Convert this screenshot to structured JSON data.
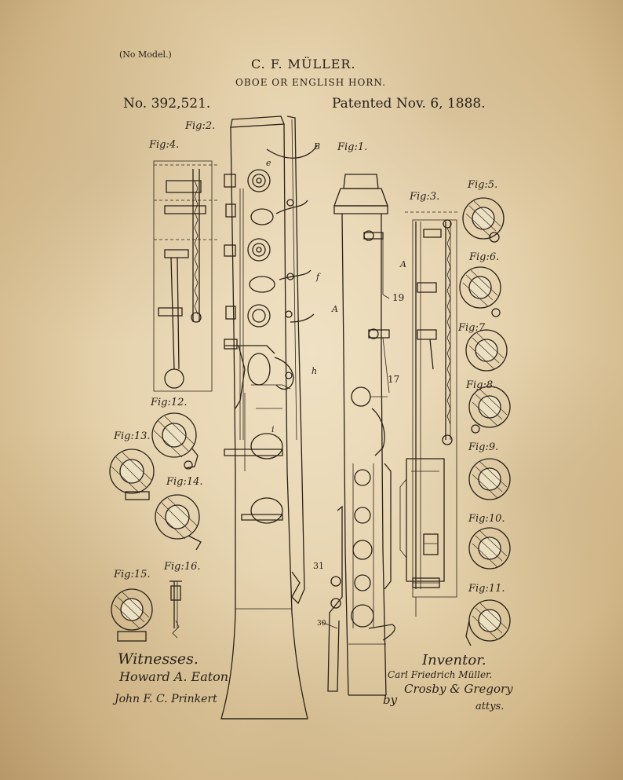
{
  "header": {
    "no_model": "(No Model.)",
    "inventor_name": "C. F. MÜLLER.",
    "title": "OBOE OR ENGLISH HORN.",
    "patent_number": "No. 392,521.",
    "patent_date": "Patented Nov. 6, 1888."
  },
  "figures": {
    "fig1": "Fig:1.",
    "fig2": "Fig:2.",
    "fig3": "Fig:3.",
    "fig4": "Fig:4.",
    "fig5": "Fig:5.",
    "fig6": "Fig:6.",
    "fig7": "Fig:7.",
    "fig8": "Fig:8.",
    "fig9": "Fig:9.",
    "fig10": "Fig:10.",
    "fig11": "Fig:11.",
    "fig12": "Fig:12.",
    "fig13": "Fig:13.",
    "fig14": "Fig:14.",
    "fig15": "Fig:15.",
    "fig16": "Fig:16."
  },
  "labels": {
    "B": "B",
    "A1": "A",
    "A2": "A",
    "n19": "19",
    "n17": "17",
    "n31": "31",
    "n30": "30",
    "e": "e",
    "f": "f",
    "h": "h",
    "i": "i"
  },
  "footer": {
    "witnesses_label": "Witnesses.",
    "witness1": "Howard A. Eaton",
    "witness2": "John F. C. Prinkert",
    "inventor_label": "Inventor.",
    "inventor_signature": "Carl Friedrich Müller.",
    "by": "by",
    "attorneys_name": "Crosby & Gregory",
    "attys": "attys."
  }
}
